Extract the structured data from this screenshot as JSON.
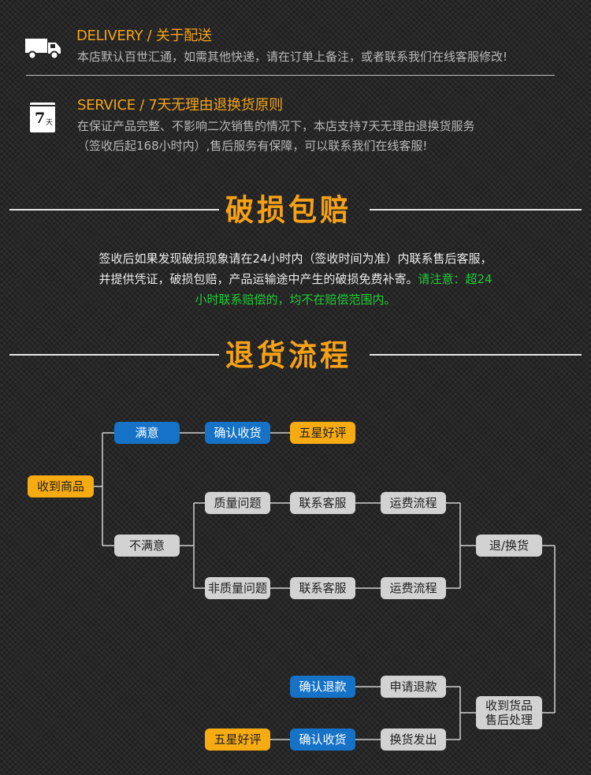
{
  "delivery": {
    "icon": "truck-icon",
    "title": "DELIVERY / 关于配送",
    "text": "本店默认百世汇通，如需其他快递，请在订单上备注，或者联系我们在线客服修改!"
  },
  "service": {
    "icon": "calendar-7-days-icon",
    "icon_number": "7",
    "icon_unit": "天",
    "title": "SERVICE / 7天无理由退换货原则",
    "line1": "在保证产品完整、不影响二次销售的情况下，本店支持7天无理由退换货服务",
    "line2": "（签收后起168小时内）,售后服务有保障，可以联系我们在线客服!"
  },
  "damage": {
    "title": "破损包赔",
    "line1": "签收后如果发现破损现象请在24小时内（签收时间为准）内联系售后客服，",
    "line2_a": "并提供凭证，破损包赔，产品运输途中产生的破损免费补寄。",
    "line2_b": "请注意：超24",
    "line3": "小时联系赔偿的，均不在赔偿范围内。"
  },
  "returns": {
    "title": "退货流程"
  },
  "flow": {
    "received": "收到商品",
    "satisfied": "满意",
    "confirm_receipt": "确认收货",
    "five_star": "五星好评",
    "unsatisfied": "不满意",
    "quality_issue": "质量问题",
    "contact_cs_1": "联系客服",
    "shipping_flow_1": "运费流程",
    "non_quality_issue": "非质量问题",
    "contact_cs_2": "联系客服",
    "shipping_flow_2": "运费流程",
    "return_exchange": "退/换货",
    "after_sale_line1": "收到货品",
    "after_sale_line2": "售后处理",
    "confirm_refund": "确认退款",
    "apply_refund": "申请退款",
    "five_star_2": "五星好评",
    "confirm_receipt_2": "确认收货",
    "exchange_shipped": "换货发出"
  },
  "colors": {
    "accent_orange": "#f6a116",
    "blue_node": "#1672c6",
    "yellow_node": "#f6ab12",
    "gray_node": "#d2d2d2",
    "warning_green": "#1fcd36"
  }
}
